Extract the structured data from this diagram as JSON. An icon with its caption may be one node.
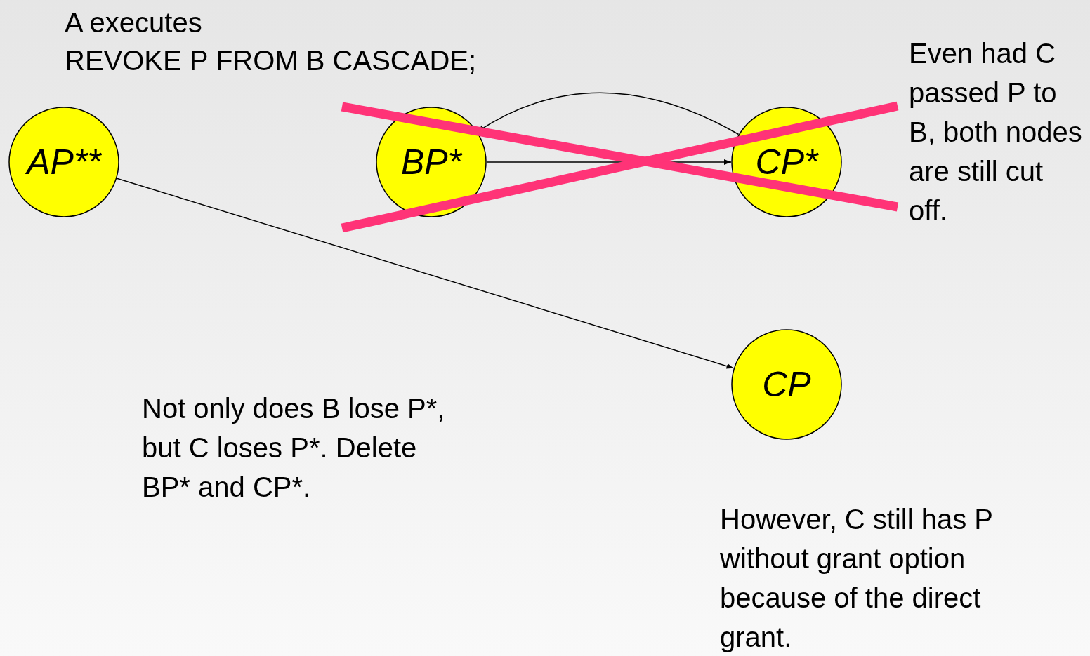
{
  "diagram": {
    "nodes": [
      {
        "text": [
          "AP**"
        ]
      },
      {
        "text": [
          "BP*"
        ]
      },
      {
        "text": [
          "CP*"
        ]
      },
      {
        "text": [
          "CP"
        ]
      }
    ],
    "edges": [
      {
        "from": 1,
        "to": 2,
        "arrow": "to"
      },
      {
        "from": 2,
        "to": 1,
        "arrow": "to"
      },
      {
        "from": 0,
        "to": 3,
        "arrow": "to"
      }
    ],
    "labels": [
      "A executes",
      "REVOKE P FROM B CASCADE;",
      "Even had C passed P to B, both nodes are still cut off.",
      "Not only does B lose P*, but C loses P*. Delete BP* and CP*.",
      "However, C still has P without grant option because of the direct grant."
    ]
  }
}
